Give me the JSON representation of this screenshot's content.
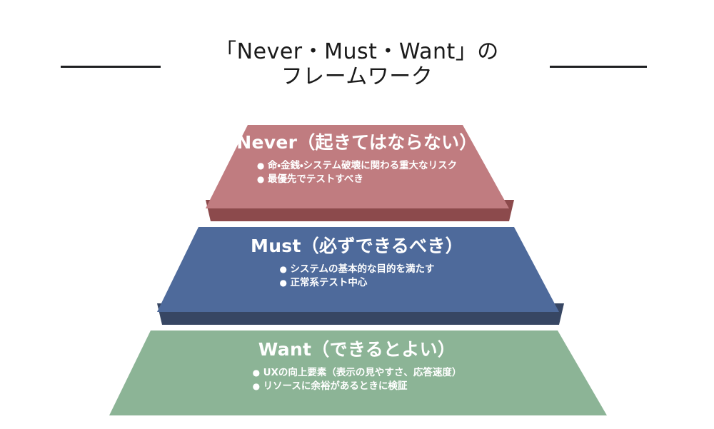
{
  "header": {
    "title_line_1": "「Never・Must・Want」の",
    "title_line_2": "フレームワーク",
    "rule_color": "#1f2022",
    "title_color": "#1a1a1a"
  },
  "pyramid": {
    "tiers": [
      {
        "key": "never",
        "heading": "Never（起きてはならない）",
        "bullet_marker": "●",
        "bullets": [
          "命・金銭・システム破壊に関わる重大なリスク",
          "最優先でテストすべき"
        ],
        "fill_color": "#c07c80",
        "shadow_color": "#8c4a4c",
        "text_color": "#ffffff"
      },
      {
        "key": "must",
        "heading": "Must（必ずできるべき）",
        "bullet_marker": "●",
        "bullets": [
          "システムの基本的な目的を満たす",
          "正常系テスト中心"
        ],
        "fill_color": "#4e6a9b",
        "shadow_color": "#374663",
        "text_color": "#ffffff"
      },
      {
        "key": "want",
        "heading": "Want（できるとよい）",
        "bullet_marker": "●",
        "bullets": [
          "UXの向上要素（表示の見やすさ、応答速度）",
          "リソースに余裕があるときに検証"
        ],
        "fill_color": "#8cb496",
        "shadow_color": "",
        "text_color": "#ffffff"
      }
    ]
  }
}
